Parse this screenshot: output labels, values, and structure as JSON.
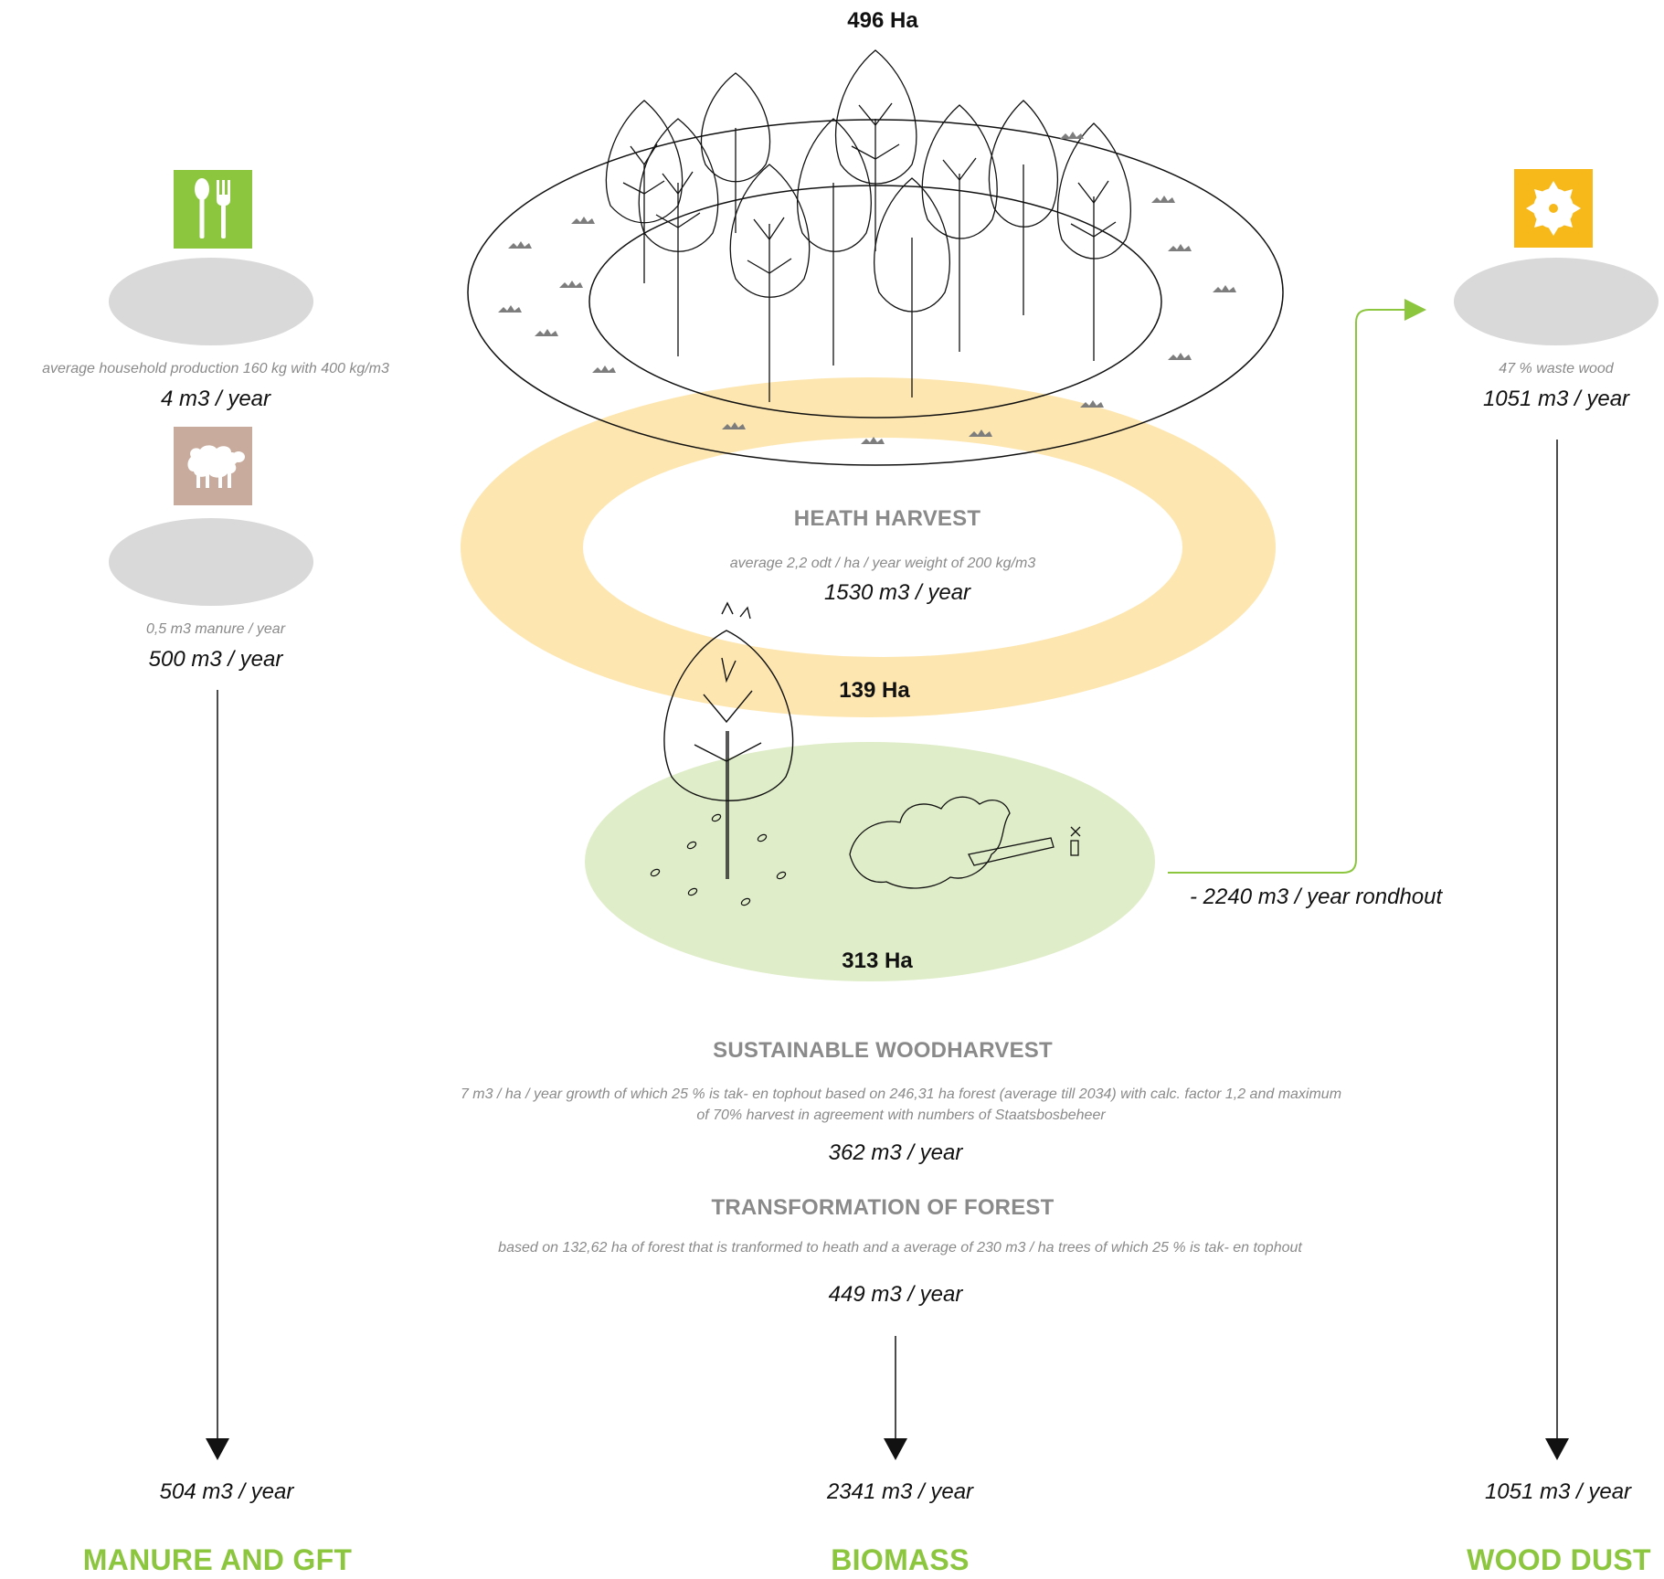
{
  "center": {
    "top_area": "496 Ha",
    "heath_area": "139 Ha",
    "forest_area": "313 Ha",
    "heath": {
      "title": "HEATH HARVEST",
      "note": "average 2,2 odt / ha / year weight of 200 kg/m3",
      "value": "1530 m3 / year"
    },
    "rondhout": "- 2240 m3 / year rondhout",
    "wood_harvest": {
      "title": "SUSTAINABLE WOODHARVEST",
      "note_line1": "7 m3 / ha / year growth of which 25 % is tak- en tophout based on 246,31 ha forest (average till 2034) with calc. factor 1,2 and maximum",
      "note_line2": "of 70% harvest in agreement with numbers of Staatsbosbeheer",
      "value": "362 m3 / year"
    },
    "transformation": {
      "title": "TRANSFORMATION OF FOREST",
      "note": "based on 132,62 ha of forest that is tranformed to heath and a average of 230 m3 / ha trees of which 25 % is tak- en tophout",
      "value": "449 m3 / year"
    },
    "total": "2341 m3 / year",
    "category": "BIOMASS"
  },
  "left": {
    "food_icon": "cutlery-icon",
    "food_note": "average household production 160 kg with 400 kg/m3",
    "food_value": "4 m3 / year",
    "sheep_icon": "sheep-icon",
    "manure_note": "0,5 m3 manure / year",
    "manure_value": "500 m3 / year",
    "total": "504 m3 / year",
    "category": "MANURE AND GFT"
  },
  "right": {
    "saw_icon": "saw-blade-icon",
    "note": "47 % waste wood",
    "value": "1051 m3 / year",
    "total": "1051 m3 / year",
    "category": "WOOD DUST"
  },
  "colors": {
    "green": "#8cc63f",
    "heath_ring": "#fde6b0",
    "forest_fill": "#dfedc8",
    "gray_ellipse": "#d9d9d9",
    "brown_tile": "#c8ab9c",
    "orange_tile": "#f7b81a"
  }
}
